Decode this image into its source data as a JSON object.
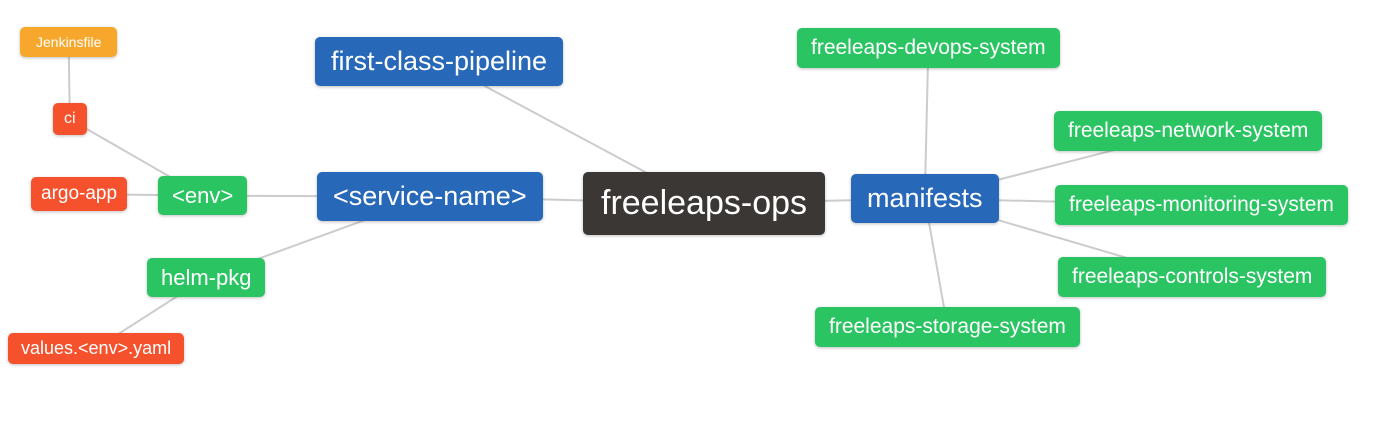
{
  "colors": {
    "blue": "#2768B9",
    "green": "#2BC463",
    "orange": "#F7A82C",
    "red": "#F4512C",
    "dark": "#3B3735",
    "edge": "#CCCCCC",
    "node_text": "#FFFFFF",
    "background": "#FFFFFF"
  },
  "nodes": {
    "jenkinsfile": {
      "label": "Jenkinsfile",
      "color": "#F7A82C"
    },
    "ci": {
      "label": "ci",
      "color": "#F4512C"
    },
    "argo_app": {
      "label": "argo-app",
      "color": "#F4512C"
    },
    "env": {
      "label": "<env>",
      "color": "#2BC463"
    },
    "helm_pkg": {
      "label": "helm-pkg",
      "color": "#2BC463"
    },
    "values_env_yaml": {
      "label": "values.<env>.yaml",
      "color": "#F4512C"
    },
    "first_class_pipeline": {
      "label": "first-class-pipeline",
      "color": "#2768B9"
    },
    "service_name": {
      "label": "<service-name>",
      "color": "#2768B9"
    },
    "freeleaps_ops": {
      "label": "freeleaps-ops",
      "color": "#3B3735"
    },
    "manifests": {
      "label": "manifests",
      "color": "#2768B9"
    },
    "devops_system": {
      "label": "freeleaps-devops-system",
      "color": "#2BC463"
    },
    "network_system": {
      "label": "freeleaps-network-system",
      "color": "#2BC463"
    },
    "monitoring_system": {
      "label": "freeleaps-monitoring-system",
      "color": "#2BC463"
    },
    "controls_system": {
      "label": "freeleaps-controls-system",
      "color": "#2BC463"
    },
    "storage_system": {
      "label": "freeleaps-storage-system",
      "color": "#2BC463"
    }
  },
  "edges": [
    [
      "jenkinsfile",
      "ci"
    ],
    [
      "ci",
      "env"
    ],
    [
      "argo_app",
      "env"
    ],
    [
      "env",
      "service_name"
    ],
    [
      "helm_pkg",
      "service_name"
    ],
    [
      "values_env_yaml",
      "helm_pkg"
    ],
    [
      "first_class_pipeline",
      "freeleaps_ops"
    ],
    [
      "service_name",
      "freeleaps_ops"
    ],
    [
      "freeleaps_ops",
      "manifests"
    ],
    [
      "manifests",
      "devops_system"
    ],
    [
      "manifests",
      "network_system"
    ],
    [
      "manifests",
      "monitoring_system"
    ],
    [
      "manifests",
      "controls_system"
    ],
    [
      "manifests",
      "storage_system"
    ]
  ]
}
